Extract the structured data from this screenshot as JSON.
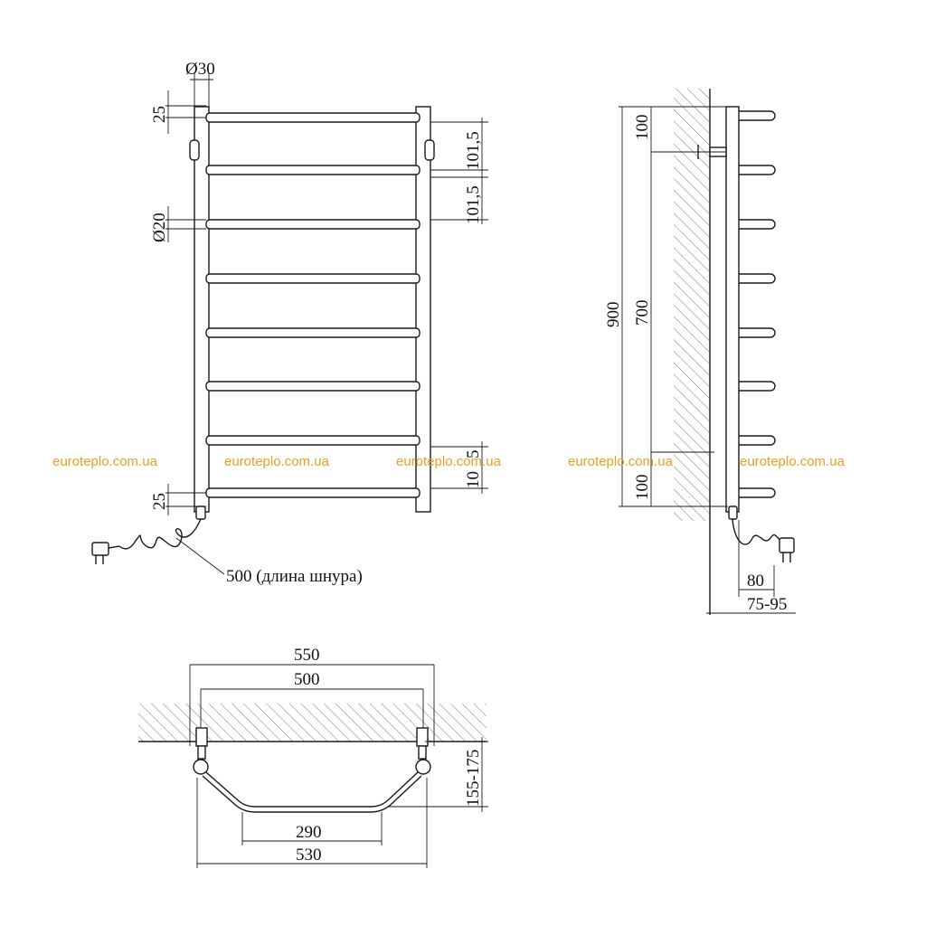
{
  "front_view": {
    "dim_top_pipe": "Ø30",
    "dim_bar_pipe": "Ø20",
    "dim_top_offset": "25",
    "dim_bottom_offset": "25",
    "dim_spacing_1": "101,5",
    "dim_spacing_2": "101,5",
    "dim_right_bottom_1": "5",
    "dim_right_bottom_2": "10",
    "cord_label": "500 (длина шнура)"
  },
  "side_view": {
    "dim_total_height": "900",
    "dim_mount_spacing": "700",
    "dim_top_mount": "100",
    "dim_bottom_mount": "100",
    "dim_depth": "80",
    "dim_wall_gap": "75-95"
  },
  "top_view": {
    "dim_outer_width": "550",
    "dim_mount_width": "500",
    "dim_inner_width": "290",
    "dim_bottom_width": "530",
    "dim_depth_range": "155-175"
  },
  "watermarks": [
    "euroteplo.com.ua",
    "euroteplo.com.ua",
    "euroteplo.com.ua",
    "euroteplo.com.ua",
    "euroteplo.com.ua"
  ],
  "colors": {
    "watermark": "#e8a020",
    "line": "#1a1a1a",
    "background": "#ffffff"
  }
}
